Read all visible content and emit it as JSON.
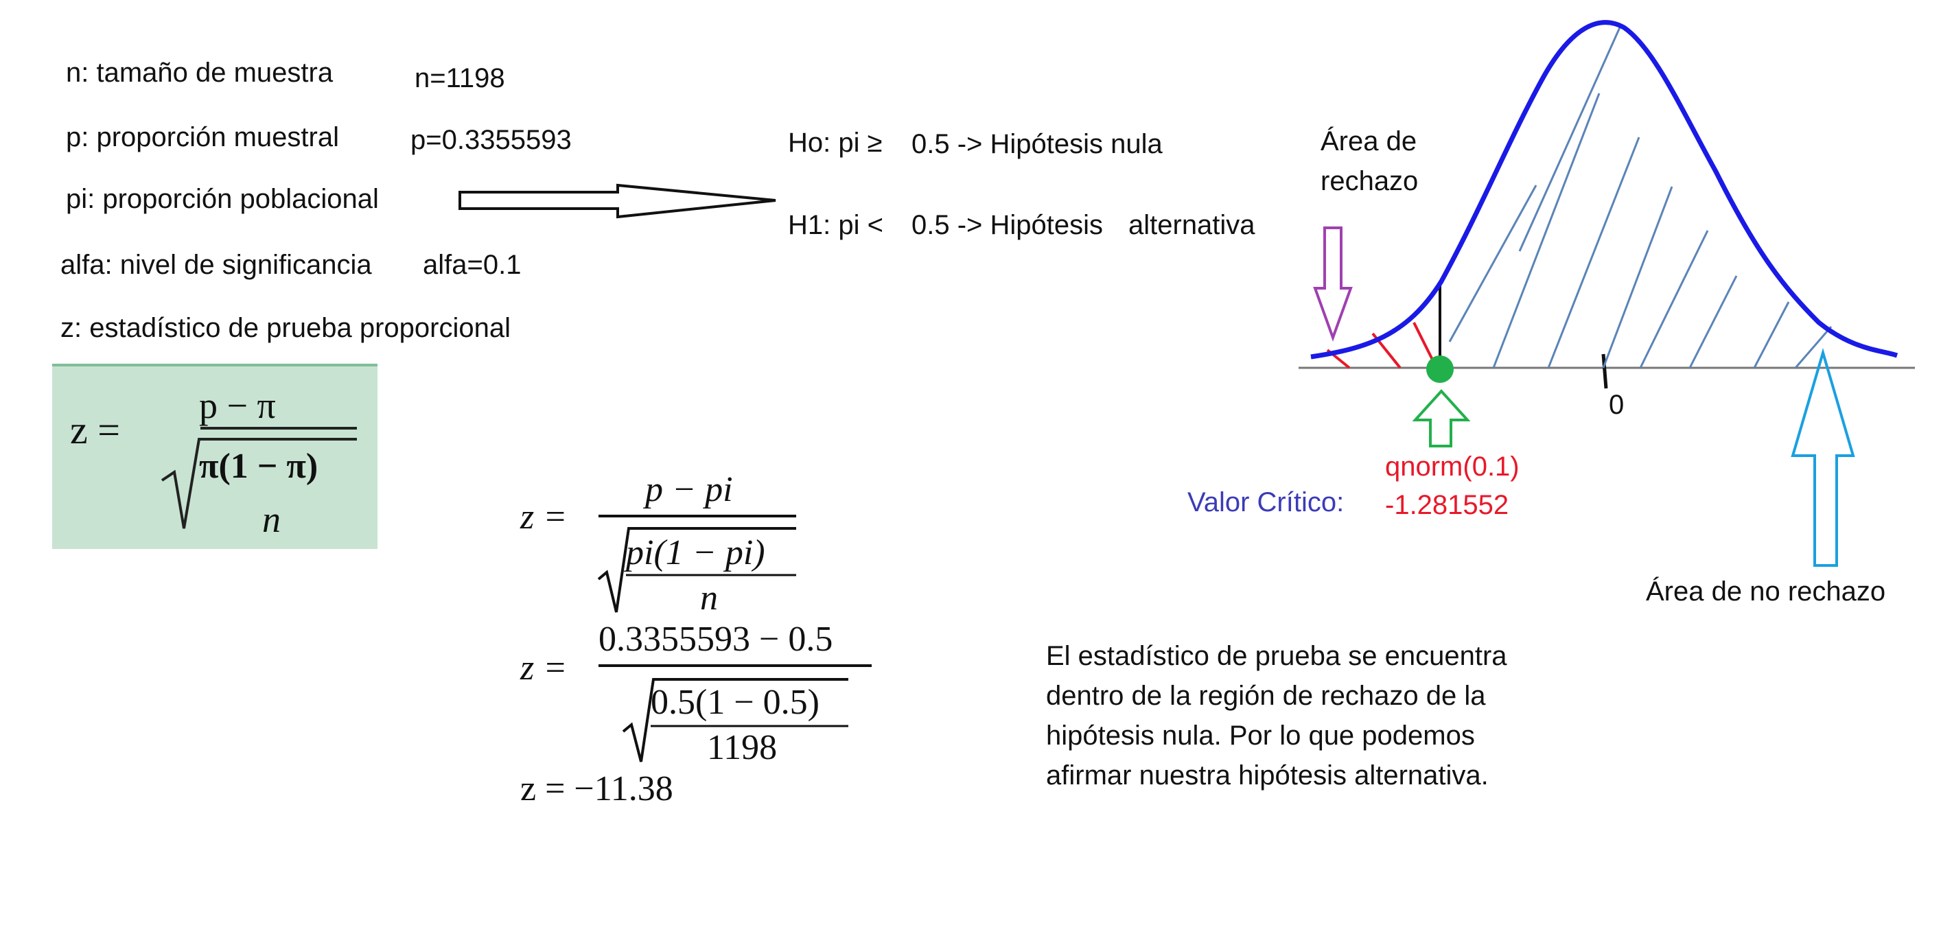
{
  "definitions": [
    {
      "label": "n: tamaño de muestra",
      "value": "n=1198"
    },
    {
      "label": "p: proporción muestral",
      "value": "p=0.3355593"
    },
    {
      "label": "pi: proporción poblacional",
      "value": ""
    },
    {
      "label": "alfa: nivel de significancia",
      "value": "alfa=0.1"
    },
    {
      "label": "z: estadístico de prueba proporcional",
      "value": ""
    }
  ],
  "hypotheses": {
    "h0_prefix": "Ho: pi ≥",
    "h0_value": "0.5 -> Hipótesis nula",
    "h1_prefix": "H1: pi <",
    "h1_value": "0.5 -> Hipótesis",
    "h1_suffix": "alternativa"
  },
  "formula_image": {
    "z": "z =",
    "numerator": "p − π",
    "radicand_top": "π(1 − π)",
    "radicand_bottom": "n"
  },
  "calc": {
    "line1": {
      "lhs": "z =",
      "num": "p − pi",
      "rad_top": "pi(1 − pi)",
      "rad_bottom": "n"
    },
    "line2": {
      "lhs": "z =",
      "num": "0.3355593 − 0.5",
      "rad_top": "0.5(1 − 0.5)",
      "rad_bottom": "1198"
    },
    "line3": "z = −11.38"
  },
  "curve": {
    "rejection_label_1": "Área de",
    "rejection_label_2": "rechazo",
    "non_rejection_label": "Área de no rechazo",
    "zero_label": "0",
    "qnorm_label": "qnorm(0.1)",
    "critical_value": "-1.281552",
    "critical_label": "Valor Crítico:",
    "colors": {
      "curve": "#1a1ae6",
      "hatch": "#5b84b8",
      "reject_hatch": "#e8182a",
      "point": "#22b04b",
      "purple_arrow": "#a040b0",
      "cyan_arrow": "#1aa0e0",
      "green_arrow": "#22b04b"
    }
  },
  "conclusion": [
    "El estadístico de prueba se encuentra",
    "dentro de la región de rechazo de la",
    "hipótesis nula. Por lo que podemos",
    "afirmar nuestra hipótesis alternativa."
  ]
}
